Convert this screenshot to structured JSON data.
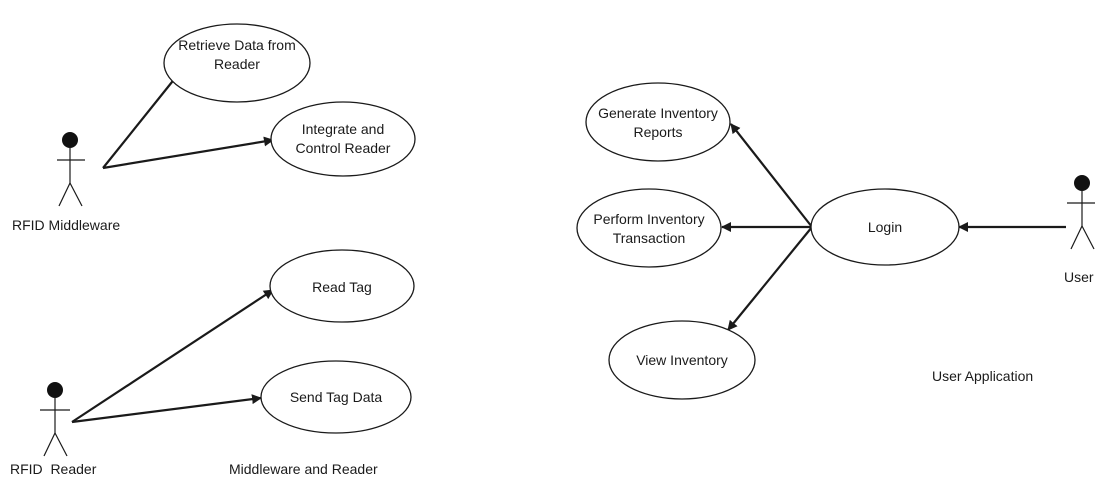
{
  "actors": {
    "rfid_middleware": "RFID Middleware",
    "rfid_reader": "RFID  Reader",
    "user": "User"
  },
  "use_cases": {
    "retrieve_data": [
      "Retrieve Data from",
      "Reader"
    ],
    "integrate_control": [
      "Integrate and",
      "Control Reader"
    ],
    "read_tag": [
      "Read Tag"
    ],
    "send_tag_data": [
      "Send Tag Data"
    ],
    "generate_reports": [
      "Generate Inventory",
      "Reports"
    ],
    "perform_transaction": [
      "Perform Inventory",
      "Transaction"
    ],
    "login": [
      "Login"
    ],
    "view_inventory": [
      "View Inventory"
    ]
  },
  "subsystems": {
    "middleware_and_reader": "Middleware and Reader",
    "user_application": "User Application"
  }
}
